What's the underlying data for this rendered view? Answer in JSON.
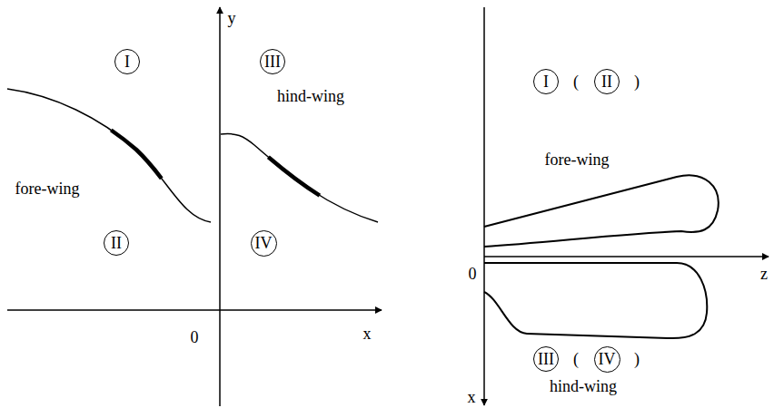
{
  "diagram": {
    "nodes": [
      {
        "text": [
          "I"
        ]
      },
      {
        "text": [
          "III"
        ]
      },
      {
        "text": [
          "II"
        ]
      },
      {
        "text": [
          "IV"
        ]
      },
      {
        "text": [
          "I"
        ]
      },
      {
        "text": [
          "II"
        ]
      },
      {
        "text": [
          "III"
        ]
      },
      {
        "text": [
          "IV"
        ]
      }
    ],
    "labels": [
      "y",
      "x",
      "0",
      "fore-wing",
      "hind-wing",
      "z",
      "0",
      "x",
      "fore-wing",
      "hind-wing",
      "(",
      ")",
      "(",
      ")"
    ]
  }
}
